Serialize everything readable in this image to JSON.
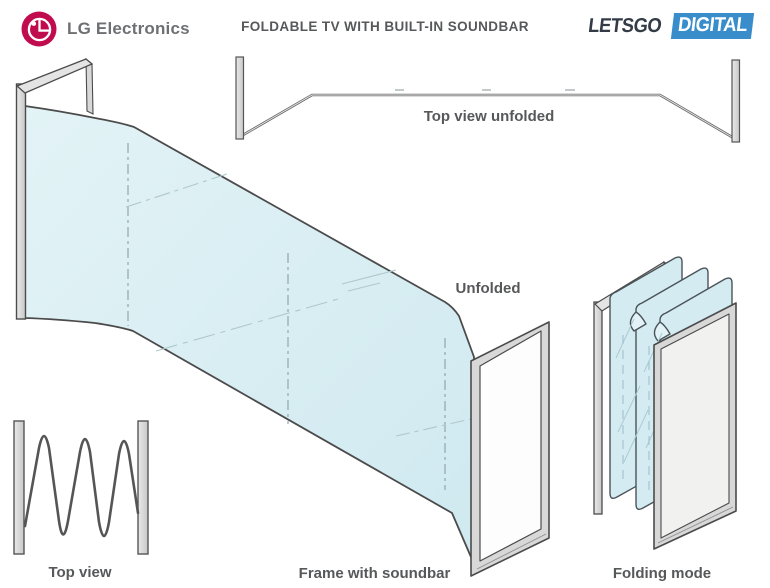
{
  "header": {
    "lg_logo": {
      "text": "LG Electronics",
      "brand_color": "#C00C4E",
      "text_color": "#6F7073"
    },
    "title": "FOLDABLE TV WITH BUILT-IN SOUNDBAR",
    "letsgo_logo": {
      "part1": "LETSGO",
      "part2": "DIGITAL",
      "accent_color": "#3A8DCB",
      "text_color": "#333C46"
    }
  },
  "labels": {
    "top_view_unfolded": "Top view unfolded",
    "unfolded": "Unfolded",
    "top_view": "Top view",
    "frame_with_soundbar": "Frame with soundbar",
    "folding_mode": "Folding mode"
  },
  "diagram": {
    "display_color": "#DAEEF3",
    "frame_color": "#D8D8D8",
    "outline_color": "#4B4B4B",
    "label_color": "#57585A",
    "fold_lines_count": 3,
    "folded_panels_count": 4
  }
}
